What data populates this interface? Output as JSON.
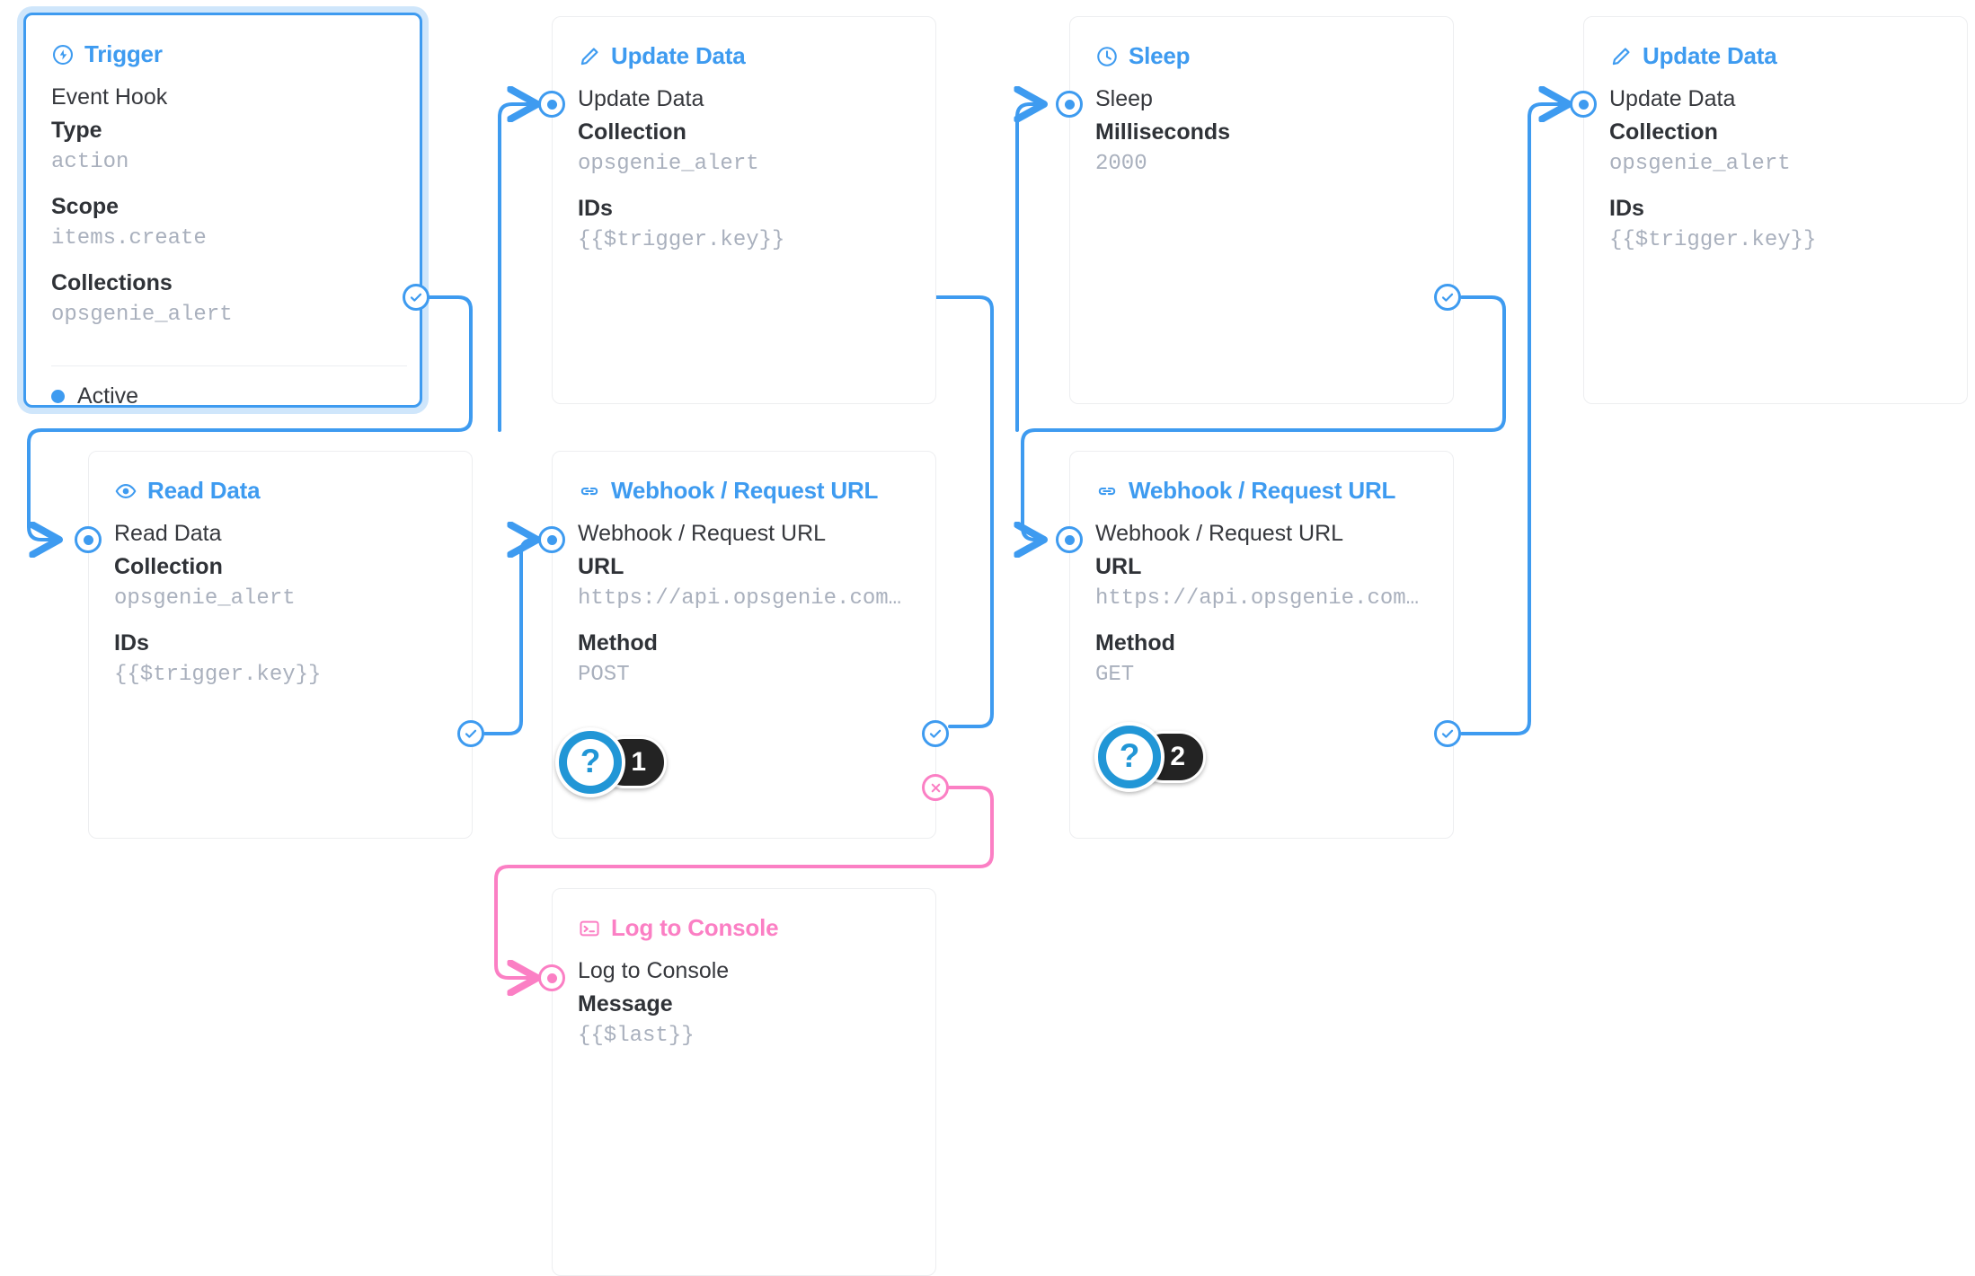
{
  "theme": {
    "accent": "#3e9bf0",
    "accent_dark": "#2196d6",
    "pink": "#fb7fc4",
    "text": "#36383d",
    "muted": "#a9b0bd",
    "card_border": "#edeef0",
    "badge_dark": "#232323"
  },
  "nodes": {
    "trigger": {
      "header": "Trigger",
      "icon": "bolt-circle-icon",
      "row_title": "Event Hook",
      "fields": [
        {
          "label": "Type",
          "value": "action"
        },
        {
          "label": "Scope",
          "value": "items.create"
        },
        {
          "label": "Collections",
          "value": "opsgenie_alert"
        }
      ],
      "status": "Active"
    },
    "update_data_top": {
      "header": "Update Data",
      "icon": "pencil-icon",
      "row_title": "Update Data",
      "fields": [
        {
          "label": "Collection",
          "value": "opsgenie_alert"
        },
        {
          "label": "IDs",
          "value": "{{$trigger.key}}"
        }
      ]
    },
    "sleep": {
      "header": "Sleep",
      "icon": "clock-icon",
      "row_title": "Sleep",
      "fields": [
        {
          "label": "Milliseconds",
          "value": "2000"
        }
      ]
    },
    "update_data_right": {
      "header": "Update Data",
      "icon": "pencil-icon",
      "row_title": "Update Data",
      "fields": [
        {
          "label": "Collection",
          "value": "opsgenie_alert"
        },
        {
          "label": "IDs",
          "value": "{{$trigger.key}}"
        }
      ]
    },
    "read_data": {
      "header": "Read Data",
      "icon": "eye-icon",
      "row_title": "Read Data",
      "fields": [
        {
          "label": "Collection",
          "value": "opsgenie_alert"
        },
        {
          "label": "IDs",
          "value": "{{$trigger.key}}"
        }
      ]
    },
    "webhook_post": {
      "header": "Webhook / Request URL",
      "icon": "link-icon",
      "row_title": "Webhook / Request URL",
      "fields": [
        {
          "label": "URL",
          "value": "https://api.opsgenie.com/v…"
        },
        {
          "label": "Method",
          "value": "POST"
        }
      ],
      "badge": {
        "mark": "?",
        "count": "1"
      }
    },
    "webhook_get": {
      "header": "Webhook / Request URL",
      "icon": "link-icon",
      "row_title": "Webhook / Request URL",
      "fields": [
        {
          "label": "URL",
          "value": "https://api.opsgenie.com/v…"
        },
        {
          "label": "Method",
          "value": "GET"
        }
      ],
      "badge": {
        "mark": "?",
        "count": "2"
      }
    },
    "log_to_console": {
      "header": "Log to Console",
      "icon": "terminal-icon",
      "row_title": "Log to Console",
      "fields": [
        {
          "label": "Message",
          "value": "{{$last}}"
        }
      ]
    }
  },
  "ports": {
    "resolve_icon": "check-circle-icon",
    "reject_icon": "x-circle-icon",
    "input_icon": "dot-circle-icon"
  }
}
